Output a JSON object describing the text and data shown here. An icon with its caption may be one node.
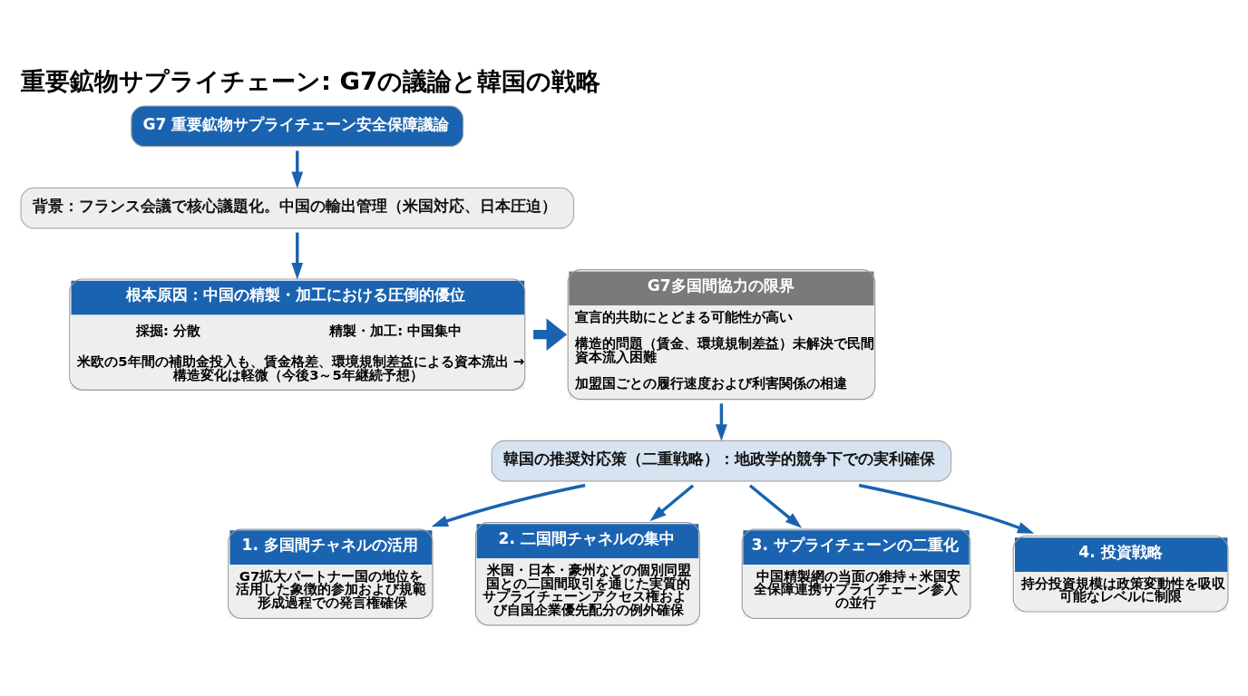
{
  "diagram": {
    "title": "重要鉱物サプライチェーン: G7の議論と韓国の戦略",
    "nodes": [
      {
        "text": [
          "G7 重要鉱物サプライチェーン安全保障議論"
        ]
      },
      {
        "text": [
          "背景：フランス会議で核心議題化。中国の輸出管理（米国対応、日本圧迫）"
        ]
      },
      {
        "text": [
          "根本原因：中国の精製・加工における圧倒的優位",
          "採掘: 分散",
          "精製・加工: 中国集中",
          "米欧の5年間の補助金投入も、賃金格差、環境規制差益による資本流出 → 構造変化は軽微（今後3～5年継続予想）"
        ]
      },
      {
        "text": [
          "G7多国間協力の限界",
          "宣言的共助にとどまる可能性が高い",
          "構造的問題（賃金、環境規制差益）未解決で民間資本流入困難",
          "加盟国ごとの履行速度および利害関係の相違"
        ]
      },
      {
        "text": [
          "韓国の推奨対応策（二重戦略）：地政学的競争下での実利確保"
        ]
      },
      {
        "text": [
          "1. 多国間チャネルの活用",
          "G7拡大パートナー国の地位を活用した象徴的参加および規範形成過程での発言権確保"
        ]
      },
      {
        "text": [
          "2. 二国間チャネルの集中",
          "米国・日本・豪州などの個別同盟国との二国間取引を通じた実質的サプライチェーンアクセス権および自国企業優先配分の例外確保"
        ]
      },
      {
        "text": [
          "3. サプライチェーンの二重化",
          "中国精製網の当面の維持＋米国安全保障連携サプライチェーン参入の並行"
        ]
      },
      {
        "text": [
          "4. 投資戦略",
          "持分投資規模は政策変動性を吸収可能なレベルに制限"
        ]
      }
    ],
    "edges": [
      {
        "from": 0,
        "to": 1,
        "arrow": "to"
      },
      {
        "from": 1,
        "to": 2,
        "arrow": "to"
      },
      {
        "from": 2,
        "to": 3,
        "arrow": "to",
        "style": "thick"
      },
      {
        "from": 3,
        "to": 4,
        "arrow": "to"
      },
      {
        "from": 4,
        "to": 5,
        "arrow": "to"
      },
      {
        "from": 4,
        "to": 6,
        "arrow": "to"
      },
      {
        "from": 4,
        "to": 7,
        "arrow": "to"
      },
      {
        "from": 4,
        "to": 8,
        "arrow": "to"
      }
    ]
  }
}
